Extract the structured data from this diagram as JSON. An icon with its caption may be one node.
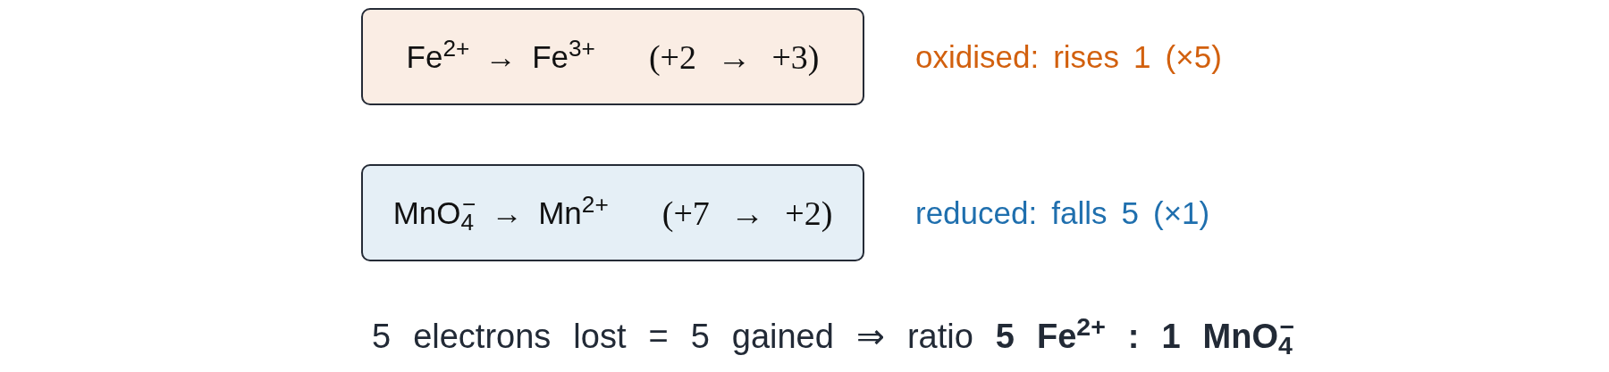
{
  "diagram": {
    "nodes": [
      {
        "text": [
          "Fe$^{2+}$ → Fe$^{3+}$",
          "(+2 → +3)"
        ],
        "beside": [
          "oxidised: rises 1 (×5)"
        ]
      },
      {
        "text": [
          "MnO$_{4}$$^{−}$ → Mn$^{2+}$",
          "(+7 → +2)"
        ],
        "beside": [
          "reduced: falls 5 (×1)"
        ]
      }
    ],
    "labels": [
      "5 electrons lost = 5 gained ⇒ ratio **5 Fe$^{2+}$ : 1 MnO$_{4}$$^{−}$**"
    ]
  }
}
